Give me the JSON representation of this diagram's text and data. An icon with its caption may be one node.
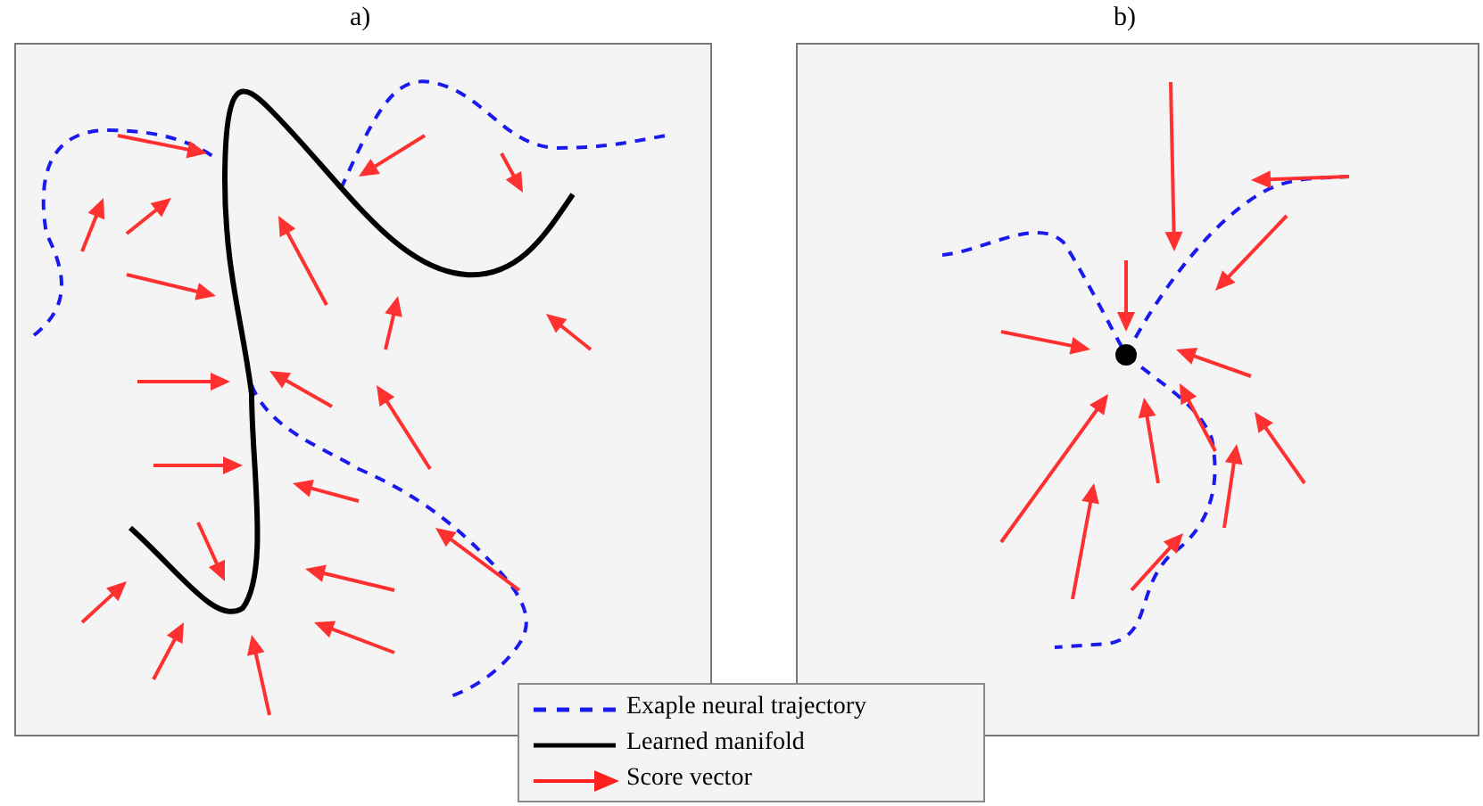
{
  "diagram": {
    "nodes": [
      {
        "text": [
          "a)"
        ]
      },
      {
        "text": [
          "b)"
        ]
      }
    ],
    "legend": [
      {
        "text": "Exaple neural trajectory"
      },
      {
        "text": "Learned manifold"
      },
      {
        "text": "Score vector"
      }
    ]
  }
}
